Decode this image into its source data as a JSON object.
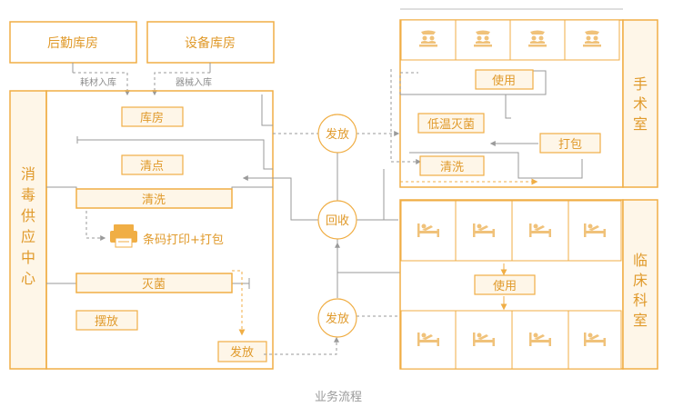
{
  "top_boxes": {
    "logistics": "后勤库房",
    "equipment": "设备库房"
  },
  "arrow_labels": {
    "consumables_in": "耗材入库",
    "instruments_in": "器械入库"
  },
  "supply_center": {
    "title_chars": [
      "消",
      "毒",
      "供",
      "应",
      "中",
      "心"
    ],
    "storeroom": "库房",
    "inventory": "清点",
    "cleaning": "清洗",
    "barcode": "条码打印+打包",
    "sterilize": "灭菌",
    "placement": "摆放",
    "dispatch": "发放"
  },
  "circles": {
    "dispatch_top": "发放",
    "recycle": "回收",
    "dispatch_bottom": "发放"
  },
  "operating_room": {
    "title_chars": [
      "手",
      "术",
      "室"
    ],
    "use": "使用",
    "low_temp": "低温灭菌",
    "pack": "打包",
    "cleaning": "清洗"
  },
  "clinical_dept": {
    "title_chars": [
      "临",
      "床",
      "科",
      "室"
    ],
    "use": "使用"
  },
  "caption": "业务流程",
  "icons": {
    "printer": "printer-icon",
    "surgery": "surgery-icon",
    "bed": "hospital-bed-icon"
  },
  "colors": {
    "accent": "#f0ae45",
    "fill": "#fef6e8",
    "line": "#8a8a8a",
    "text": "#e09a2b"
  }
}
